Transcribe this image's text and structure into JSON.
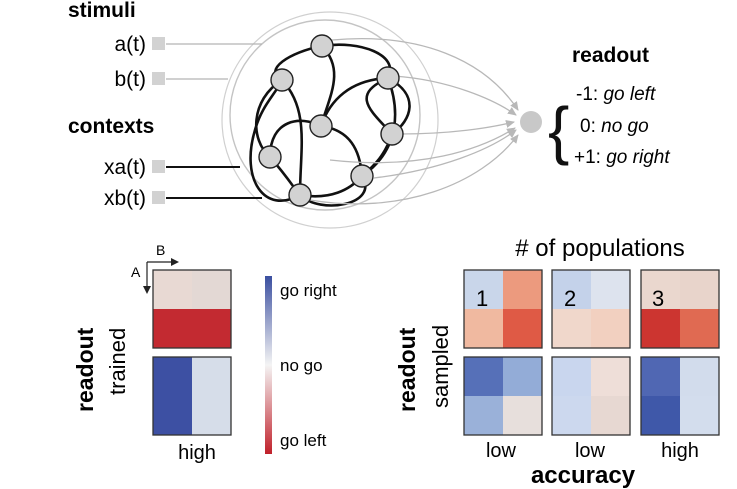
{
  "network": {
    "stimuli_label": "stimuli",
    "contexts_label": "contexts",
    "inputs": [
      {
        "label": "a(t)"
      },
      {
        "label": "b(t)"
      },
      {
        "label": "xa(t)"
      },
      {
        "label": "xb(t)"
      }
    ],
    "readout": {
      "title": "readout",
      "options": [
        {
          "value": "-1:",
          "meaning": "go left"
        },
        {
          "value": "0:",
          "meaning": "no go"
        },
        {
          "value": "+1:",
          "meaning": "go right"
        }
      ]
    }
  },
  "trained_panel": {
    "side_label_bold": "readout",
    "side_label": "trained",
    "axis_a": "A",
    "axis_b": "B",
    "accuracy_label": "high"
  },
  "colorbar": {
    "top_label": "go right",
    "mid_label": "no go",
    "bottom_label": "go left",
    "colors": {
      "top": "#3b4fa0",
      "mid": "#f4f4f4",
      "bottom": "#c0202a"
    }
  },
  "sampled_panel": {
    "title": "# of populations",
    "side_label_bold": "readout",
    "side_label": "sampled",
    "xlabel": "accuracy",
    "columns": [
      {
        "number": "1",
        "accuracy": "low"
      },
      {
        "number": "2",
        "accuracy": "low"
      },
      {
        "number": "3",
        "accuracy": "high"
      }
    ]
  },
  "heatmaps": {
    "trained_top": [
      [
        "#e8d9d3",
        "#e3d8d4"
      ],
      [
        "#c32a31",
        "#c32a31"
      ]
    ],
    "trained_bottom": [
      [
        "#3d50a3",
        "#d6dde9"
      ],
      [
        "#3d50a3",
        "#d6dde9"
      ]
    ],
    "s1_top": [
      [
        "#c9d6ea",
        "#ec9a7e"
      ],
      [
        "#f0b9a0",
        "#df5a45"
      ]
    ],
    "s1_bottom": [
      [
        "#5670b8",
        "#93acd7"
      ],
      [
        "#9ab1d9",
        "#e7dfdc"
      ]
    ],
    "s2_top": [
      [
        "#c4d2ea",
        "#dde3ee"
      ],
      [
        "#f0d7cb",
        "#f2d0c0"
      ]
    ],
    "s2_bottom": [
      [
        "#c9d6ee",
        "#eeded8"
      ],
      [
        "#ccd8ee",
        "#e7d8d2"
      ]
    ],
    "s3_top": [
      [
        "#ead7ce",
        "#e8d4cb"
      ],
      [
        "#cc3530",
        "#e06a52"
      ]
    ],
    "s3_bottom": [
      [
        "#5067b3",
        "#d2dcec"
      ],
      [
        "#3f58a9",
        "#d3dded"
      ]
    ]
  }
}
